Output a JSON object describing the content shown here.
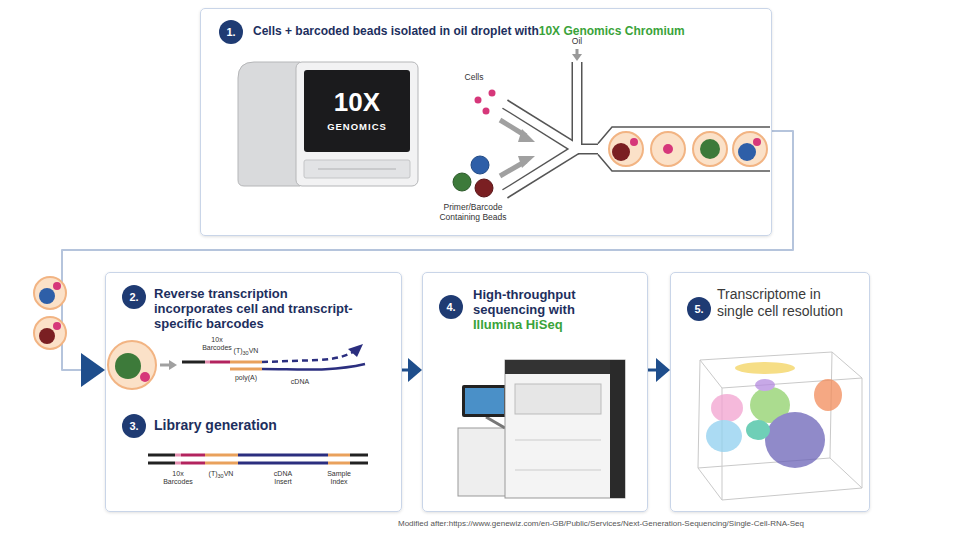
{
  "diagram": {
    "caption": "Modified after:https://www.genewiz.com/en-GB/Public/Services/Next-Generation-Sequencing/Single-Cell-RNA-Seq",
    "nodes": [
      {
        "text": [
          "1.",
          "Cells + barcoded beads isolated in oil droplet with",
          "10X Genomics Chromium"
        ]
      },
      {
        "text": [
          "2.",
          "Reverse transcription incorporates cell and transcript-specific barcodes",
          "3.",
          "Library generation"
        ]
      },
      {
        "text": [
          "4.",
          "High-throughput sequencing with",
          "Illumina HiSeq"
        ]
      },
      {
        "text": [
          "5.",
          "Transcriptome in single cell resolution"
        ]
      }
    ],
    "edges": [
      {
        "from": 0,
        "to": 1,
        "arrow": "to"
      },
      {
        "from": 1,
        "to": 2,
        "arrow": "to"
      },
      {
        "from": 2,
        "to": 3,
        "arrow": "to"
      }
    ],
    "labels": [
      "10X",
      "GENOMICS",
      "Cells",
      "Oil",
      "Primer/Barcode Containing Beads",
      "10x Barcodes",
      "(T)",
      "30",
      "VN",
      "poly(A)",
      "cDNA",
      "10x Barcodes",
      "(T)",
      "30",
      "VN",
      "cDNA Insert",
      "Sample Index"
    ]
  }
}
